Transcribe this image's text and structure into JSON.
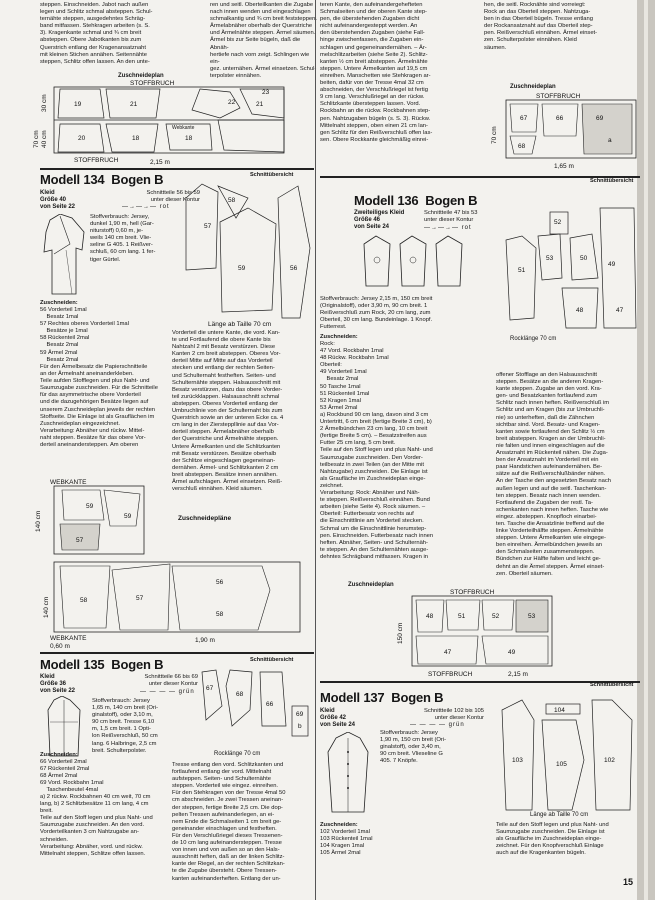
{
  "page_number": "15",
  "left_top_text": "steppen. Einschneiden. Jabot nach außen\nlegen und Schlitz schmal absteppen. Schul-\nternähte steppen, ausgedehntes Schräg-\nband mitfassen. Stehkragen arbeiten (s. S.\n3). Kragenkante schmal und ¾ cm breit\nabsteppen. Obere Jabotkanten bis zum\nQuerstrich entlang der Kragenansatznaht\nmit kleinen Stichen annähen. Seitennähte\nsteppen, Schlitz offen lassen. An den unte-",
  "mid_top_text": "ren und seitl. Oberteilkanten die Zugabe\nnach innen wenden und eingeschlagen\nschmalkantig und ¾ cm breit feststeppen.\nÄrmelabnäher oberhalb der Querstriche\nund Ärmelnähte steppen. Ärmel säumen.\nÄrmel bis zur Seite bügeln, daß die Abnäh-\nhertiefe nach vorn zeigt. Schlingen wie ein-\ngez. unternähen. Ärmel einsetzen. Schul-\nterpolster einnähen.",
  "right_top_text1": "teren Kante, den aufeinandergehefteten\nSchmalseiten und der oberen Kante step-\npen, die überstehenden Zugaben dicht\nnicht aufeinandergesteppt werden. An\nden überstehenden Zugaben (siehe Fall-\nhinge zwischenfassen, die Zugaben ein-\nschlagen und gegeneinandernähen. – Är-\nmelschlitzarbeiten (siehe Seite 2). Schlitz-\nkanten ½ cm breit absteppen. Ärmelnähte\nsteppen. Untere Ärmelkanten auf 19,5 cm\neinreihen. Manschetten wie Stehkragen ar-\nbeiten, dafür von der Tresse 4mal 32 cm\nabschneiden, der Verschlußriegel ist fertig\n9 cm lang. Verschlußriegel an der rückw.\nSchlitzkante übersteppen lassen. Vord.\nRockbahn an die rückw. Rockbahnen step-\npen. Nahtzugaben bügeln (s. S. 3). Rückw.\nMittelnaht steppen, oben einen 21 cm lan-\ngen Schlitz für den Reißverschluß offen las-\nsen. Obere Rockkante gleichmäßig einrei-",
  "right_top_text2": "hen, die seitl. Rocknähte sind vorreiegt:\nRock an das Oberteil steppen. Nahtzuga-\nben in das Oberteil bügeln. Tresse entlang\nder Rockansatznaht auf das Oberteil step-\npen. Reißverschluß einnähen. Ärmel einset-\nzen. Schulterpolster einnähen. Kleid\nsäumen.",
  "zuschneideplan": "Zuschneideplan",
  "zuschneideplaene": "Zuschneidepläne",
  "schnittuebersicht": "Schnittübersicht",
  "stoffbruch": "STOFFBRUCH",
  "webkante": "WEBKANTE",
  "modell134": {
    "title": "Modell 134",
    "bogen": "Bogen B",
    "kleid_info": "Kleid\nGröße 40\nvon Seite 22",
    "schnittteile": "Schnittteile 56 bis 59\nunter dieser Kontur",
    "arrow_label": "rot",
    "stoffverbrauch": "Stoffverbrauch: Jersey,\ndunkel 1,90 m, hell (Gar-\nniturstoff) 0,60 m, je-\nweils 140 cm breit. Vlie-\nseline G 405. 1 Reißver-\nschluß, 60 cm lang. 1 fer-\ntiger Gürtel.",
    "zuschneiden_head": "Zuschneiden:",
    "zuschneiden": "56 Vorderteil 1mal\n    Besatz 1mal\n57 Rechtes oberes Vorderteil 1mal\n    Besätze je 1mal\n58 Rückenteil 2mal\n    Besatz 2mal\n59 Ärmel 2mal\n    Besatz 2mal",
    "text": "Für den Ärmelbesatz die Papierschnitteile\nan der Ärmelnaht aneinanderkleben.\nTeile aufden Stofflegen und plus Naht- und\nSaumzugabe zuschneiden. Für die Schnitteile\nfür das asymmetrische obere Vorderteil\nund die dazugehörigen Besätze liegen auf\nunserem Zuschneideplan jeweils der rechten\nStoffseite. Die Einlage ist als Grauflächen im\nZuschneideplan eingezeichnet.\nVerarbeitung: Abnäher und rückw. Mittel-\nnaht steppen. Besätze für das obere Vor-\nderteil aneinandersteppen. Am oberen",
    "cont_text": "Vorderteil die untere Kante, die vord. Kan-\nte und Fortlaufend die obere Kante bis\nNahtzahl 2 mit Besatz verstürzen. Diese\nKanten 2 cm breit absteppen. Oberes Vor-\nderteil Mitte auf Mitte auf das Vorderteil\nstecken und entlang der rechten Seiten-\nund Schulternaht festheften. Seiten- und\nSchulternähte steppen. Halsausschnitt mit\nBesatz verstürzen, dazu das obere Vorder-\nteil zurückklappen. Halsausschnitt schmal\nabsteppen. Oberes Vorderteil entlang der\nUmbruchlinie von der Schulternaht bis zum\nQuerstrich sowie an der unteren Ecke ca. 4\ncm lang in der Ziersteppllinie auf das Vor-\nderteil steppen. Ärmelabnäher oberhalb\nder Querstriche und Ärmelnähte steppen.\nUntere Ärmelkanten und die Schlitzkanten\nmit Besatz verstürzen. Besätze oberhalb\nder Schlitze eingeschlagen gegeneinan-\ndernähen. Ärmel- und Schlitzkanten 2 cm\nbreit absteppen. Besätze innen annähen.\nÄrmel aufschlagen. Ärmel einsetzen. Reiß-\nverschluß einnähen. Kleid säumen.",
    "laenge": "Länge ab Taille 70 cm",
    "dim_140a": "140 cm",
    "dim_140b": "140 cm",
    "dim_060": "0,60 m",
    "dim_190": "1,90 m"
  },
  "modell135": {
    "title": "Modell 135",
    "bogen": "Bogen B",
    "kleid_info": "Kleid\nGröße 36\nvon Seite 22",
    "schnittteile": "Schnittteile 66 bis 69\nunter dieser Kontur",
    "arrow_label": "grün",
    "stoffverbrauch": "Stoffverbrauch: Jersey\n1,65 m, 140 cm breit (Ori-\nginalstoff), oder 3,10 m,\n90 cm breit. Tresse 6,10\nm, 1,5 cm breit. 1 Opti-\nlon Reißverschluß, 50 cm\nlang. 6 Halbringe, 2,5 cm\nbreit. Schulterpolster.",
    "zuschneiden_head": "Zuschneiden:",
    "zuschneiden": "66 Vorderteil 2mal\n67 Rückenteil 2mal\n68 Ärmel 2mal\n69 Vord. Rockbahn 1mal\n    Taschenbeutel 4mal",
    "text": "a) 2 rückw. Rockbahnen 40 cm weit, 70 cm\nlang, b) 2 Schlitzbesätze 11 cm lang, 4 cm\nbreit.\nTeile auf den Stoff legen und plus Naht- und\nSaumzugabe zuschneiden. An den vord.\nVorderteilkanten 3 cm Nahtzugabe an-\nschneiden.\nVerarbeitung: Abnäher, vord. und rückw.\nMittelnaht steppen, Schlitze offen lassen.",
    "cont_text": "Tresse entlang den vord. Schlitzkanten und\nfortlaufend entlang der vord. Mittelnaht\naufsteppen. Seiten- und Schulternähte\nsteppen. Vorderteil wie eingez. einreihen.\nFür den Stehkragen von der Tresse 4mal 50\ncm abschneiden. Je zwei Tressen aneinan-\nder steppen, fertige Breite 2,5 cm. Die dop-\npelten Tressen aufeinanderlegen, an ei-\nnem Ende die Schmalseiten 1 cm breit ge-\ngeneinander einschlagen und festheften.\nFür den Verschlußriegel dieses Tressenen-\nde 10 cm lang aufeinandersteppen. Tresse\nvon innen und von außen so an den Hals-\nausschnitt heften, daß an der linken Schlitz-\nkante der Riegel, an der rechten Schlitzkan-\nte die Zugabe übersteht. Obere Tressen-\nkanten aufeinanderheften. Entlang der un-",
    "rocklaenge": "Rocklänge 70 cm"
  },
  "modell136": {
    "title": "Modell 136",
    "bogen": "Bogen B",
    "kleid_info": "Zweiteiliges Kleid\nGröße 46\nvon Seite 24",
    "schnittteile": "Schnittteile 47 bis 53\nunter dieser Kontur",
    "arrow_label": "rot",
    "stoffverbrauch": "Stoffverbrauch: Jersey 2,15 m, 150 cm breit\n(Originalstoff), oder 3,90 m, 90 cm breit. 1\nReißverschluß zum Rock, 20 cm lang, zum\nOberteil, 30 cm lang. Bundeinlage. 1 Knopf.\nFutterrest.",
    "zuschneiden_head": "Zuschneiden:",
    "zuschneiden": "Rock:\n47 Vord. Rockbahn 1mal\n48 Rückw. Rockbahn 1mal\nOberteil:\n49 Vorderteil 1mal\n    Besatz 2mal\n50 Tasche 1mal\n51 Rückenteil 1mal\n52 Kragen 1mal\n53 Ärmel 2mal",
    "text": "a) Rockbund 90 cm lang, davon sind 3 cm\nUntertritt, 6 cm breit (fertige Breite 3 cm), b)\n2 Ärmelbündchen 23 cm lang, 10 cm breit\n(fertige Breite 5 cm). – Besatzstreifen aus\nFutter 25 cm lang, 5 cm breit.\nTeile auf den Stoff legen und plus Naht- und\nSaumzugabe zuschneiden. Den Vorder-\nteilbesatz in zwei Teilen (an der Mitte mit\nNahtzugabe) zuschneiden. Die Einlage ist\nals Graufläche im Zuschneideplan einge-\nzeichnet.\nVerarbeitung: Rock: Abnäher und Näh-\nte steppen. Reißverschluß einnähen. Bund\narbeiten (siehe Seite 4). Rock säumen. –\nOberteil: Futterbesatz von rechts auf\ndie Einschnittlinie am Vorderteil stecken.\nSchmal um die Einschnittlinie herumstep-\npen. Einschneiden. Futterbesatz nach innen\nheften. Abnäher, Seiten- und Schulternäh-\nte steppen. An den Schulternähten ausge-\ndehntes Schrägband mitfassen. Kragen in",
    "cont_text": "offener Stofflage an den Halsausschnitt\nsteppen. Besätze an die anderen Kragen-\nkante steppen. Zugabe an den vord. Kra-\ngen- und Besatzkanten fortlaufend zum\nSchlitz nach innen heften. Reißverschluß im\nSchlitz und am Kragen (bis zur Umbruchli-\nnie) so unterheften, daß die Zähnchen\nsichtbar sind. Vord. Besatz- und Kragen-\nkanten sowie fortlaufend den Schlitz ½ cm\nbreit absteppen. Kragen an der Umbruchli-\nnie falten und innen eingeschlagen auf die\nAnsatznaht im Rückenteil nähen. Die Zuga-\nben der Ansatznaht im Vorderteil mit ein\npaar Handstichen aufeinandernähen. Be-\nsätze auf die Reißverschlußbänder nähen.\nAn der Tasche den angesetzten Besatz nach\naußen legen und auf die seitl. Taschenkan-\nten steppen. Besatz nach innen wenden.\nFortlaufend die Zugaben der restl. Ta-\nschenkanten nach innen heften. Tasche wie\neingez. absteppen. Knopfloch einarbei-\nten. Tasche die Ansatzlinie treffend auf die\nlinke Vorderteilhälfte steppen. Ärmelnähte\nsteppen. Untere Ärmelkanten wie eingege-\nben einreihen. Ärmelbündchen jeweils an\nden Schmalseiten zusammensteppen.\nBündchen zur Hälfte falten und leicht ge-\ndehnt an die Ärmel steppen. Ärmel einset-\nzen. Oberteil säumen.",
    "rocklaenge": "Rocklänge 70 cm",
    "dim_150": "150 cm",
    "dim_215": "2,15 m"
  },
  "modell137": {
    "title": "Modell 137",
    "bogen": "Bogen B",
    "kleid_info": "Kleid\nGröße 42\nvon Seite 24",
    "schnittteile": "Schnittteile 102 bis 105\nunter dieser Kontur",
    "arrow_label": "grün",
    "stoffverbrauch": "Stoffverbrauch: Jersey\n1,90 m, 150 cm breit (Ori-\nginalstoff), oder 3,40 m,\n90 cm breit. Vlieseline G\n405. 7 Knöpfe.",
    "zuschneiden_head": "Zuschneiden:",
    "zuschneiden": "102 Vorderteil 1mal\n103 Rückenteil 1mal\n104 Kragen 1mal\n105 Ärmel 2mal",
    "text": "Teile auf den Stoff legen und plus Naht- und\nSaumzugabe zuschneiden. Die Einlage ist\nals Graufläche im Zuschneideplan einge-\nzeichnet. Für den Knopfverschluß Einlage\nauch auf die Kragenkanten bügeln.",
    "laenge": "Länge ab Taille 70 cm"
  },
  "plan_top_left": {
    "dims": [
      "30 cm",
      "40 cm",
      "70 cm"
    ],
    "width": "2,15 m",
    "pieces": [
      "19",
      "21",
      "22",
      "23",
      "18",
      "20",
      "21",
      "18"
    ],
    "webkante_label": "Webkante"
  },
  "plan_top_right": {
    "dims": [
      "70 cm"
    ],
    "width": "1,65 m",
    "pieces": [
      "67",
      "66",
      "68",
      "69",
      "a"
    ]
  }
}
